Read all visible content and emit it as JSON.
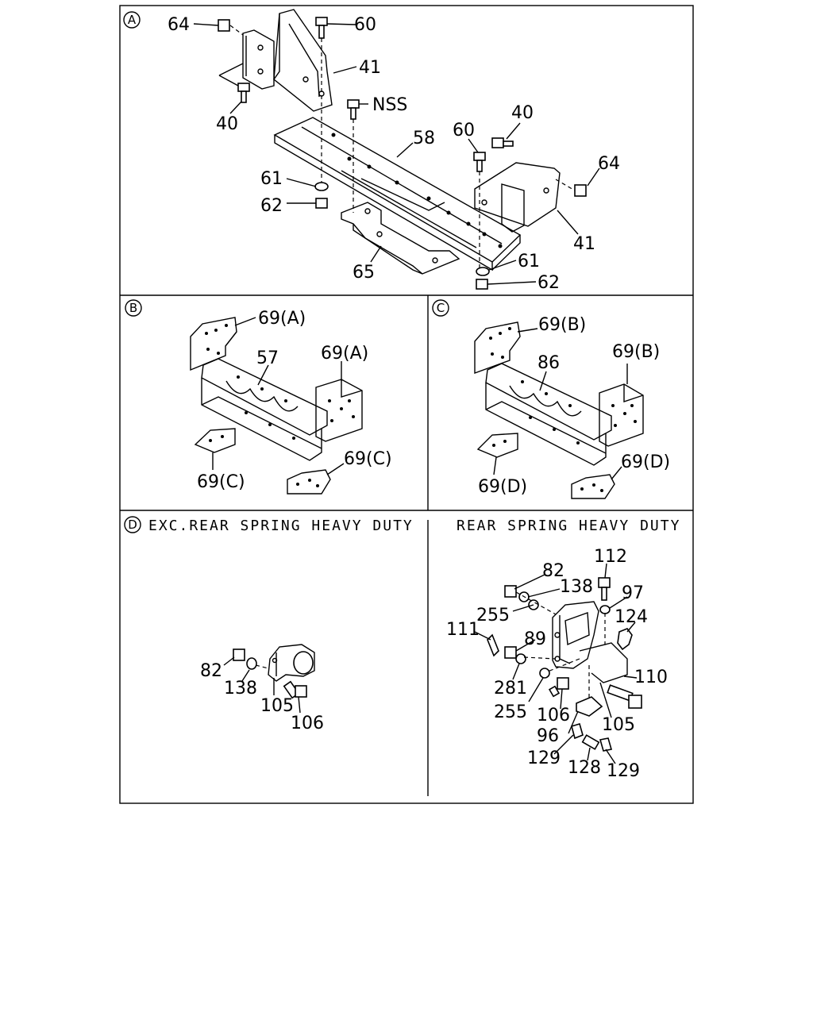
{
  "panels": {
    "a": {
      "marker": "A"
    },
    "b": {
      "marker": "B"
    },
    "c": {
      "marker": "C"
    },
    "d": {
      "marker": "D",
      "caption_left": "EXC.REAR SPRING HEAVY DUTY",
      "caption_right": "REAR SPRING HEAVY DUTY"
    }
  },
  "callouts_a": [
    "64",
    "60",
    "41",
    "40",
    "NSS",
    "58",
    "60",
    "40",
    "64",
    "61",
    "62",
    "41",
    "61",
    "62",
    "65"
  ],
  "callouts_b": [
    "69(A)",
    "57",
    "69(A)",
    "69(C)",
    "69(C)"
  ],
  "callouts_c": [
    "69(B)",
    "86",
    "69(B)",
    "69(D)",
    "69(D)"
  ],
  "callouts_d_left": [
    "82",
    "138",
    "105",
    "106"
  ],
  "callouts_d_right": [
    "82",
    "112",
    "138",
    "97",
    "255",
    "124",
    "111",
    "89",
    "281",
    "110",
    "255",
    "106",
    "105",
    "96",
    "129",
    "128",
    "129"
  ]
}
